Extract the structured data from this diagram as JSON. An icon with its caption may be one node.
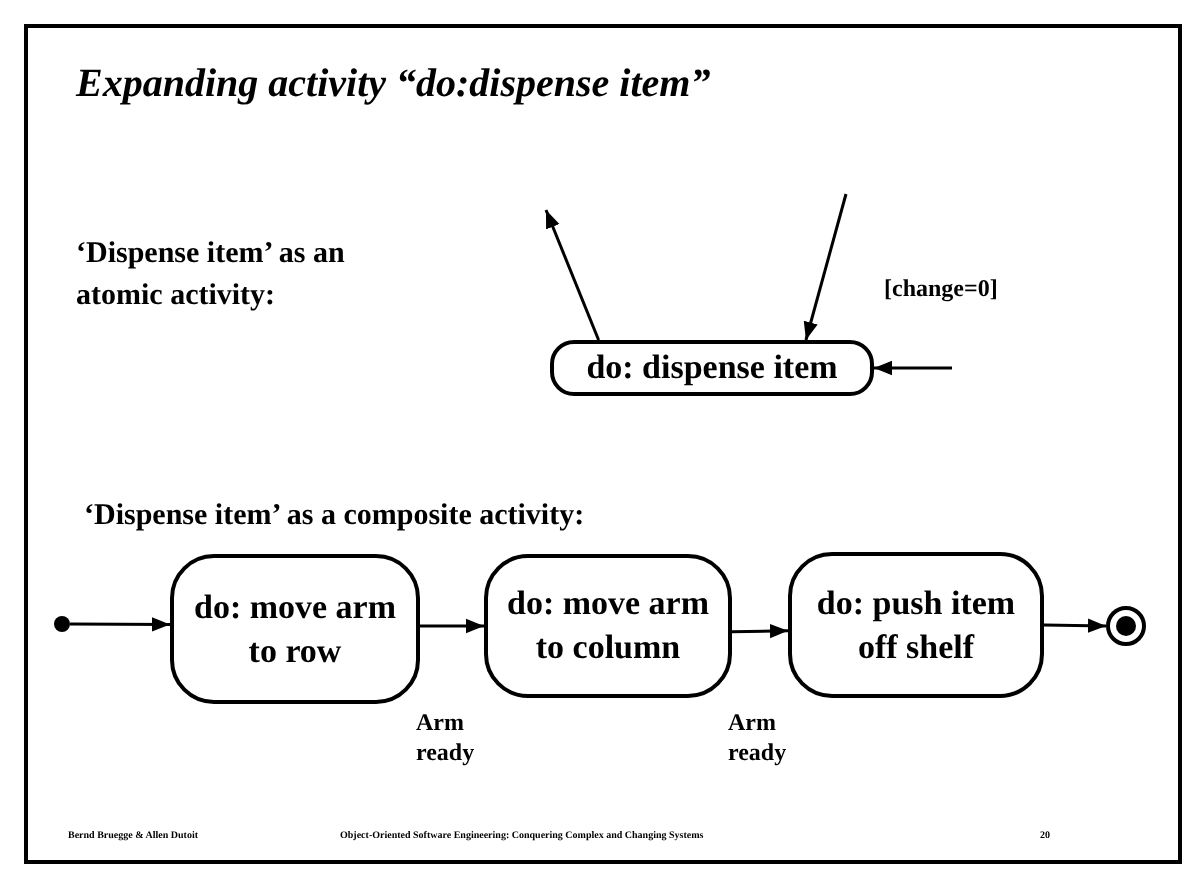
{
  "diagram": {
    "title": "Expanding activity “do:dispense item”",
    "nodes": [
      {
        "text": [
          "do: dispense item"
        ]
      },
      {
        "text": [],
        "shape": "circle"
      },
      {
        "text": [
          "do: move arm to row"
        ]
      },
      {
        "text": [
          "do: move arm to column"
        ]
      },
      {
        "text": [
          "do: push item off shelf"
        ]
      },
      {
        "text": [],
        "shape": "circle"
      }
    ],
    "edges": [
      {
        "from": 0,
        "to": null,
        "arrow": "to"
      },
      {
        "from": null,
        "to": 0,
        "arrow": "to",
        "label": "[change=0]"
      },
      {
        "from": null,
        "to": 0,
        "arrow": "to"
      },
      {
        "from": 1,
        "to": 2,
        "arrow": "to"
      },
      {
        "from": 2,
        "to": 3,
        "arrow": "to",
        "label": "Arm ready"
      },
      {
        "from": 3,
        "to": 4,
        "arrow": "to",
        "label": "Arm ready"
      },
      {
        "from": 4,
        "to": 5,
        "arrow": "to"
      }
    ],
    "labels": [
      "‘Dispense item’ as an atomic activity:",
      "‘Dispense item’ as a composite activity:",
      "Bernd Bruegge & Allen Dutoit",
      "Object-Oriented Software Engineering: Conquering Complex and Changing Systems",
      "20"
    ]
  }
}
